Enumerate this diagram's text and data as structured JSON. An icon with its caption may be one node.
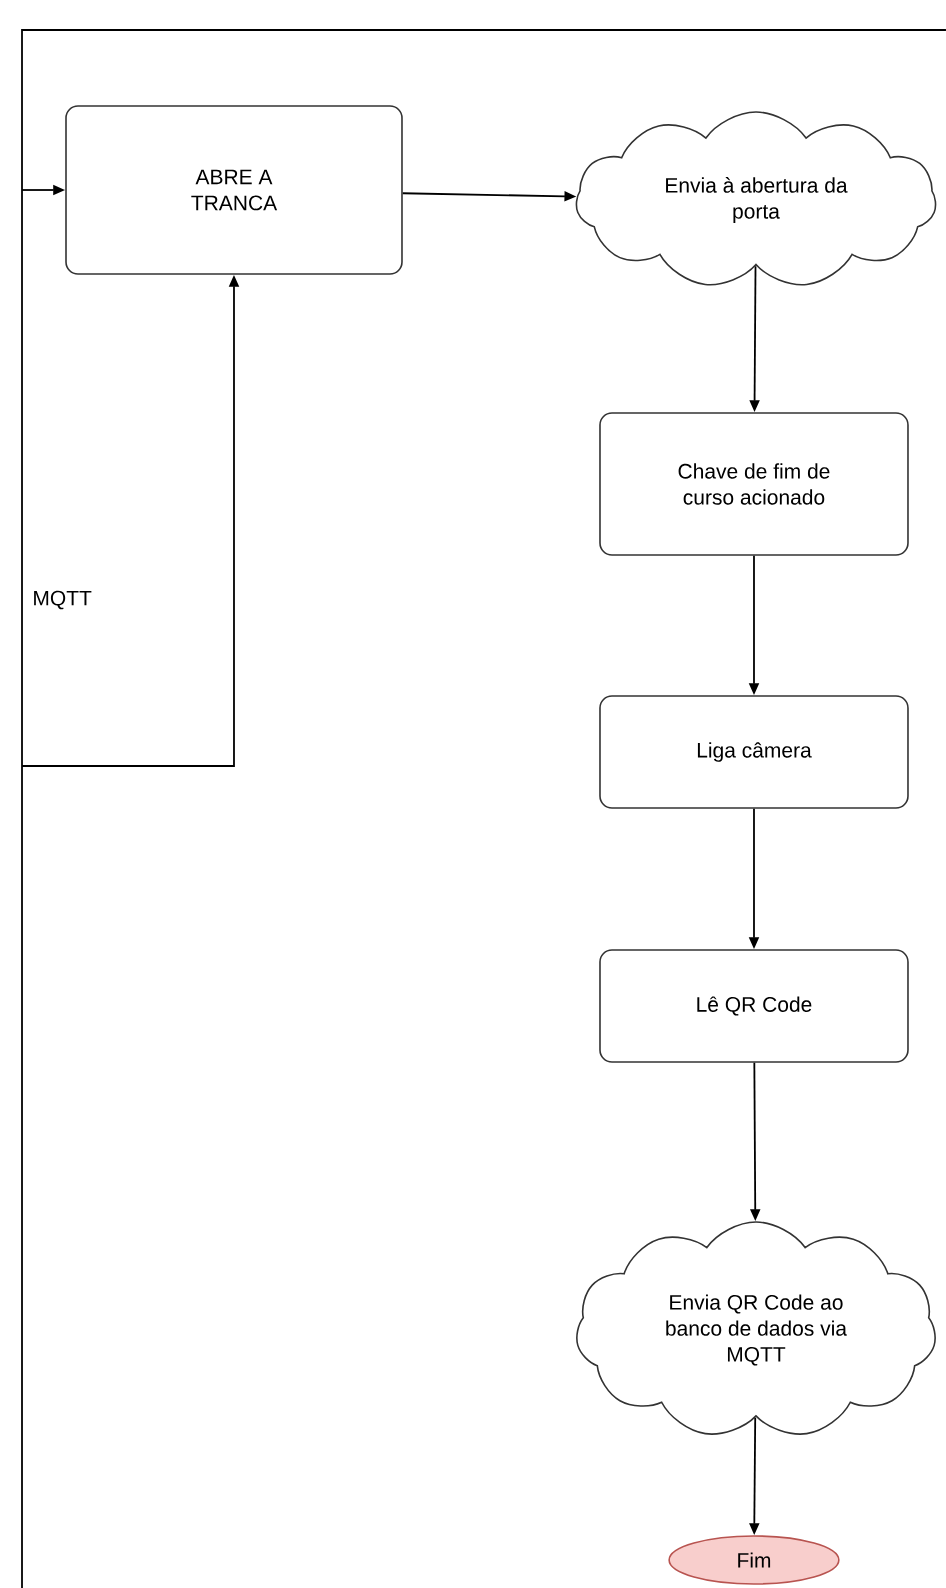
{
  "diagram": {
    "nodes": [
      {
        "text": [
          "ABRE A TRANCA"
        ]
      },
      {
        "text": [
          "Envia à abertura da porta"
        ]
      },
      {
        "text": [
          "Chave de fim de curso acionado"
        ]
      },
      {
        "text": [
          "Liga câmera"
        ]
      },
      {
        "text": [
          "Lê QR Code"
        ]
      },
      {
        "text": [
          "Envia QR Code ao banco de dados via MQTT"
        ]
      },
      {
        "text": [
          "Fim"
        ]
      }
    ],
    "edges": [
      {
        "from": null,
        "to": 0,
        "arrow": "to"
      },
      {
        "from": null,
        "to": 0,
        "arrow": "to"
      },
      {
        "from": 0,
        "to": 1,
        "arrow": "to"
      },
      {
        "from": 1,
        "to": 2,
        "arrow": "to"
      },
      {
        "from": 2,
        "to": 3,
        "arrow": "to"
      },
      {
        "from": 3,
        "to": 4,
        "arrow": "to"
      },
      {
        "from": 4,
        "to": 5,
        "arrow": "to"
      },
      {
        "from": 5,
        "to": 6,
        "arrow": "to"
      }
    ],
    "labels": [
      "MQTT"
    ]
  }
}
